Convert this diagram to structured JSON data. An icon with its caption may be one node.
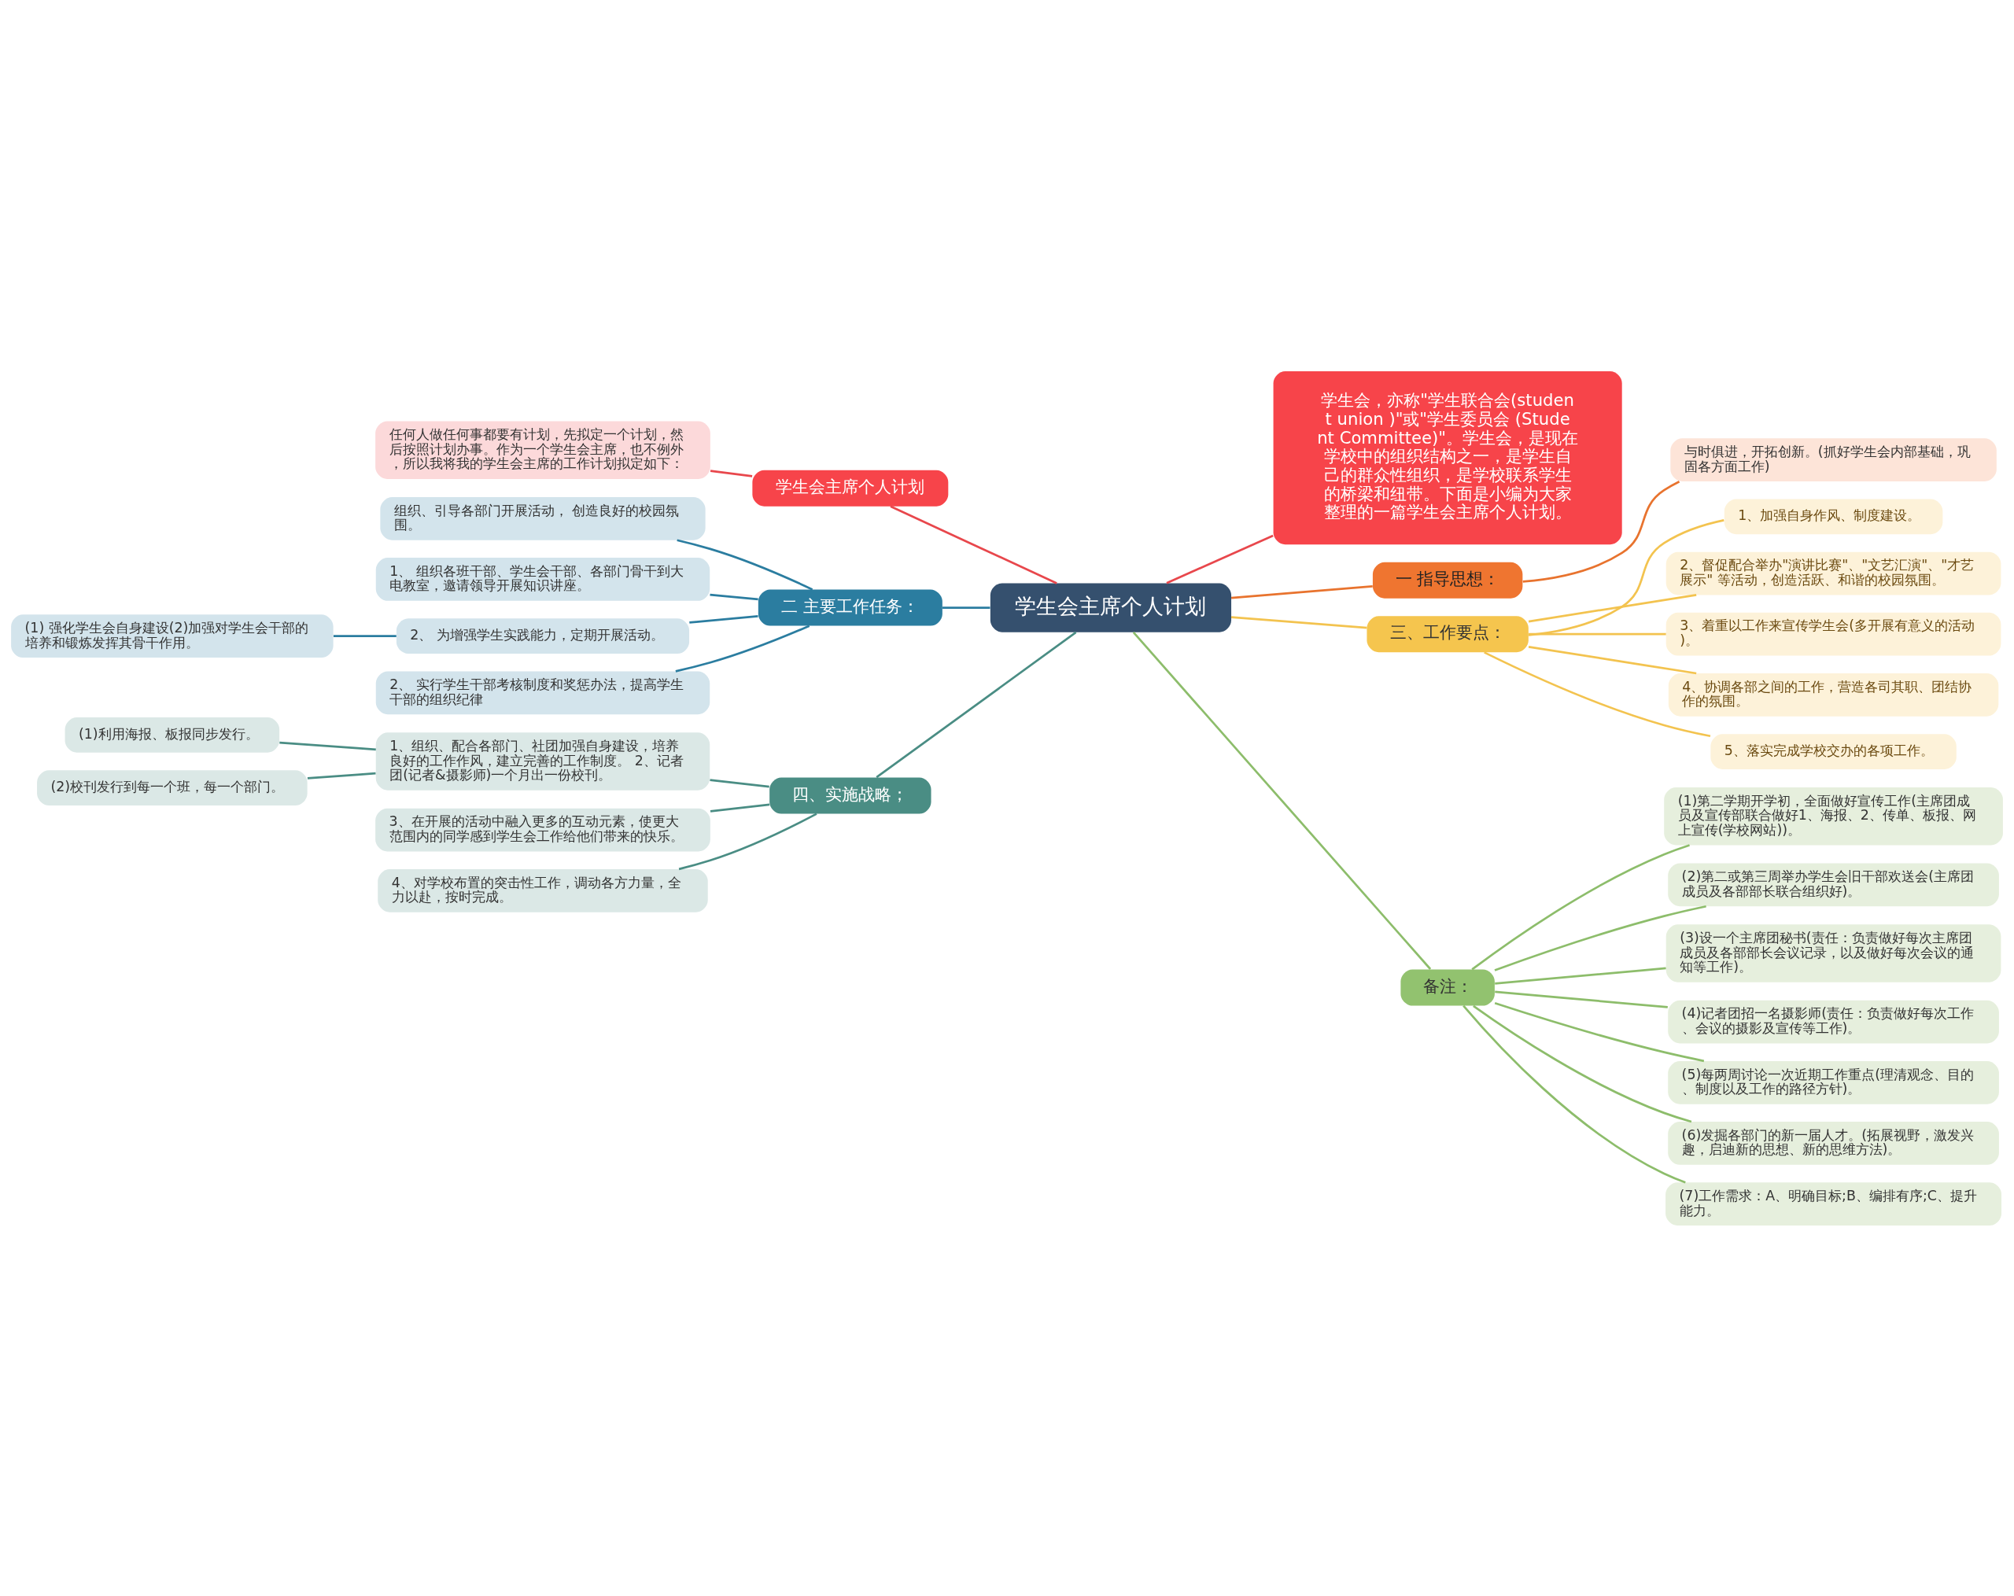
{
  "diagram": {
    "nodes": [
      {
        "text": [
          "学生会主席个人计划"
        ]
      },
      {
        "text": [
          "学生会，亦称\"学生联合会(student union )\"或\"学生委员会 (Student Committee)\"。学生会，是现在学校中的组织结构之一，是学生自己的群众性组织，是学校联系学生的桥梁和纽带。下面是小编为大家整理的一篇学生会主席个人计划。"
        ]
      },
      {
        "text": [
          "一 指导思想："
        ]
      },
      {
        "text": [
          "与时俱进，开拓创新。(抓好学生会内部基础，巩固各方面工作)"
        ]
      },
      {
        "text": [
          "三、工作要点："
        ]
      },
      {
        "text": [
          "1、加强自身作风、制度建设。"
        ]
      },
      {
        "text": [
          "2、督促配合举办\"演讲比赛\"、\"文艺汇演\"、\"才艺展示\" 等活动，创造活跃、和谐的校园氛围。"
        ]
      },
      {
        "text": [
          "3、着重以工作来宣传学生会(多开展有意义的活动)。"
        ]
      },
      {
        "text": [
          "4、协调各部之间的工作，营造各司其职、团结协作的氛围。"
        ]
      },
      {
        "text": [
          "5、落实完成学校交办的各项工作。"
        ]
      },
      {
        "text": [
          "备注："
        ]
      },
      {
        "text": [
          "(1)第二学期开学初，全面做好宣传工作(主席团成员及宣传部联合做好1、海报、2、传单、板报、网上宣传(学校网站))。"
        ]
      },
      {
        "text": [
          "(2)第二或第三周举办学生会旧干部欢送会(主席团成员及各部部长联合组织好)。"
        ]
      },
      {
        "text": [
          "(3)设一个主席团秘书(责任：负责做好每次主席团成员及各部部长会议记录，以及做好每次会议的通知等工作)。"
        ]
      },
      {
        "text": [
          "(4)记者团招一名摄影师(责任：负责做好每次工作、会议的摄影及宣传等工作)。"
        ]
      },
      {
        "text": [
          "(5)每两周讨论一次近期工作重点(理清观念、目的、制度以及工作的路径方针)。"
        ]
      },
      {
        "text": [
          "(6)发掘各部门的新一届人才。(拓展视野，激发兴趣，启迪新的思想、新的思维方法)。"
        ]
      },
      {
        "text": [
          "(7)工作需求：A、明确目标;B、编排有序;C、提升能力。"
        ]
      },
      {
        "text": [
          "学生会主席个人计划"
        ]
      },
      {
        "text": [
          "任何人做任何事都要有计划，先拟定一个计划，然后按照计划办事。作为一个学生会主席，也不例外，所以我将我的学生会主席的工作计划拟定如下："
        ]
      },
      {
        "text": [
          "二 主要工作任务："
        ]
      },
      {
        "text": [
          "组织、引导各部门开展活动， 创造良好的校园氛围。"
        ]
      },
      {
        "text": [
          "1、 组织各班干部、学生会干部、各部门骨干到大电教室，邀请领导开展知识讲座。"
        ]
      },
      {
        "text": [
          "2、 为增强学生实践能力，定期开展活动。"
        ]
      },
      {
        "text": [
          "2、 实行学生干部考核制度和奖惩办法，提高学生干部的组织纪律"
        ]
      },
      {
        "text": [
          "(1) 强化学生会自身建设(2)加强对学生会干部的培养和锻炼发挥其骨干作用。"
        ]
      },
      {
        "text": [
          "四、实施战略；"
        ]
      },
      {
        "text": [
          "1、组织、配合各部门、社团加强自身建设，培养良好的工作作风，建立完善的工作制度。 2、记者团(记者&摄影师)一个月出一份校刊。"
        ]
      },
      {
        "text": [
          "(1)利用海报、板报同步发行。"
        ]
      },
      {
        "text": [
          "(2)校刊发行到每一个班，每一个部门。"
        ]
      },
      {
        "text": [
          "3、在开展的活动中融入更多的互动元素，使更大范围内的同学感到学生会工作给他们带来的快乐。"
        ]
      },
      {
        "text": [
          "4、对学校布置的突击性工作，调动各方力量，全力以赴，按时完成。"
        ]
      }
    ],
    "edges": [
      {
        "from": 0,
        "to": 1,
        "arrow": "none",
        "color": "#e8474c"
      },
      {
        "from": 0,
        "to": 2,
        "arrow": "none",
        "color": "#e8732e"
      },
      {
        "from": 2,
        "to": 3,
        "arrow": "none",
        "color": "#e8732e"
      },
      {
        "from": 0,
        "to": 4,
        "arrow": "none",
        "color": "#f3c34f"
      },
      {
        "from": 4,
        "to": 5,
        "arrow": "none",
        "color": "#f3c34f"
      },
      {
        "from": 4,
        "to": 6,
        "arrow": "none",
        "color": "#f3c34f"
      },
      {
        "from": 4,
        "to": 7,
        "arrow": "none",
        "color": "#f3c34f"
      },
      {
        "from": 4,
        "to": 8,
        "arrow": "none",
        "color": "#f3c34f"
      },
      {
        "from": 4,
        "to": 9,
        "arrow": "none",
        "color": "#f3c34f"
      },
      {
        "from": 0,
        "to": 10,
        "arrow": "none",
        "color": "#8dbd6b"
      },
      {
        "from": 10,
        "to": 11,
        "arrow": "none",
        "color": "#8dbd6b"
      },
      {
        "from": 10,
        "to": 12,
        "arrow": "none",
        "color": "#8dbd6b"
      },
      {
        "from": 10,
        "to": 13,
        "arrow": "none",
        "color": "#8dbd6b"
      },
      {
        "from": 10,
        "to": 14,
        "arrow": "none",
        "color": "#8dbd6b"
      },
      {
        "from": 10,
        "to": 15,
        "arrow": "none",
        "color": "#8dbd6b"
      },
      {
        "from": 10,
        "to": 16,
        "arrow": "none",
        "color": "#8dbd6b"
      },
      {
        "from": 10,
        "to": 17,
        "arrow": "none",
        "color": "#8dbd6b"
      },
      {
        "from": 0,
        "to": 18,
        "arrow": "none",
        "color": "#e8474c"
      },
      {
        "from": 18,
        "to": 19,
        "arrow": "none",
        "color": "#e8474c"
      },
      {
        "from": 0,
        "to": 20,
        "arrow": "none",
        "color": "#2b7da0"
      },
      {
        "from": 20,
        "to": 21,
        "arrow": "none",
        "color": "#2b7da0"
      },
      {
        "from": 20,
        "to": 22,
        "arrow": "none",
        "color": "#2b7da0"
      },
      {
        "from": 20,
        "to": 23,
        "arrow": "none",
        "color": "#2b7da0"
      },
      {
        "from": 20,
        "to": 24,
        "arrow": "none",
        "color": "#2b7da0"
      },
      {
        "from": 23,
        "to": 25,
        "arrow": "none",
        "color": "#2b7da0"
      },
      {
        "from": 0,
        "to": 26,
        "arrow": "none",
        "color": "#4a8d84"
      },
      {
        "from": 26,
        "to": 27,
        "arrow": "none",
        "color": "#4a8d84"
      },
      {
        "from": 27,
        "to": 28,
        "arrow": "none",
        "color": "#4a8d84"
      },
      {
        "from": 27,
        "to": 29,
        "arrow": "none",
        "color": "#4a8d84"
      },
      {
        "from": 26,
        "to": 30,
        "arrow": "none",
        "color": "#4a8d84"
      },
      {
        "from": 26,
        "to": 31,
        "arrow": "none",
        "color": "#4a8d84"
      }
    ]
  }
}
